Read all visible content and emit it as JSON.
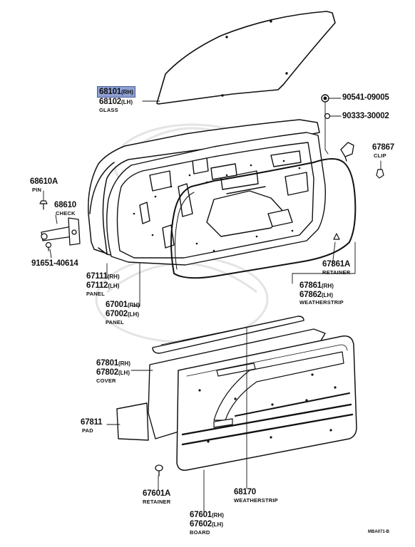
{
  "diagram_code": "MBA071-B",
  "parts": {
    "glass": {
      "pn_rh": "68101",
      "side_rh": "(RH)",
      "pn_lh": "68102",
      "side_lh": "(LH)",
      "name": "GLASS",
      "highlight_color": "#8ea0d4"
    },
    "bolt": {
      "pn": "90541-09005"
    },
    "nut": {
      "pn": "90333-30002"
    },
    "clip": {
      "pn": "67867",
      "name": "CLIP"
    },
    "pin": {
      "pn": "68610A",
      "name": "PIN"
    },
    "check": {
      "pn": "68610",
      "name": "CHECK"
    },
    "screw": {
      "pn": "91651-40614"
    },
    "outer_panel": {
      "pn_rh": "67111",
      "side_rh": "(RH)",
      "pn_lh": "67112",
      "side_lh": "(LH)",
      "name": "PANEL"
    },
    "inner_panel": {
      "pn_rh": "67001",
      "side_rh": "(RH)",
      "pn_lh": "67002",
      "side_lh": "(LH)",
      "name": "PANEL"
    },
    "retainer_ws": {
      "pn": "67861A",
      "name": "RETAINER"
    },
    "weatherstrip": {
      "pn_rh": "67861",
      "side_rh": "(RH)",
      "pn_lh": "67862",
      "side_lh": "(LH)",
      "name": "WEATHERSTRIP"
    },
    "cover": {
      "pn_rh": "67801",
      "side_rh": "(RH)",
      "pn_lh": "67802",
      "side_lh": "(LH)",
      "name": "COVER"
    },
    "pad": {
      "pn": "67811",
      "name": "PAD"
    },
    "retainer_bd": {
      "pn": "67601A",
      "name": "RETAINER"
    },
    "weatherstrip_belt": {
      "pn": "68170",
      "name": "WEATHERSTRIP"
    },
    "board": {
      "pn_rh": "67601",
      "side_rh": "(RH)",
      "pn_lh": "67602",
      "side_lh": "(LH)",
      "name": "BOARD"
    }
  }
}
